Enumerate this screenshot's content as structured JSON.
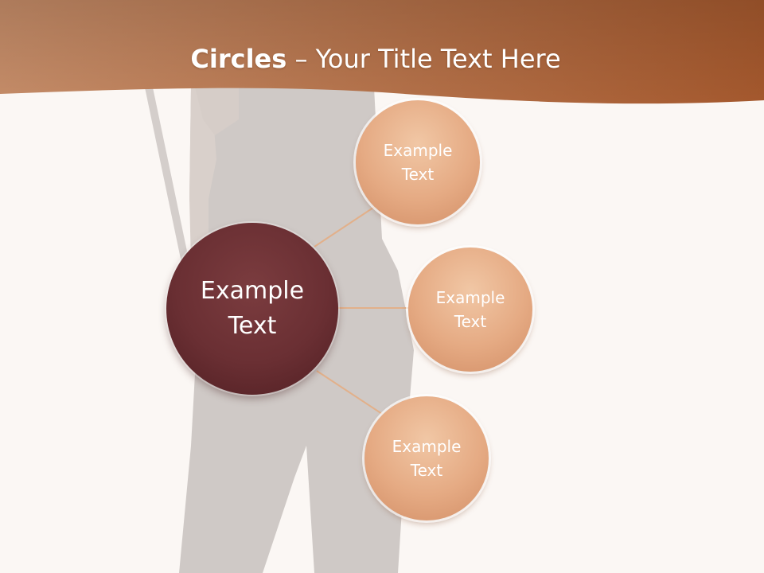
{
  "title": {
    "bold": "Circles",
    "rest": " – Your Title Text Here"
  },
  "diagram": {
    "center": {
      "label": "Example\nText"
    },
    "nodes": [
      {
        "label": "Example\nText"
      },
      {
        "label": "Example\nText"
      },
      {
        "label": "Example\nText"
      }
    ]
  },
  "colors": {
    "header_gradient_start": "#c58c68",
    "header_gradient_end": "#a4582d",
    "center_fill": "#6a2f33",
    "node_fill": "#e5aa83",
    "connector": "#e2b08a",
    "background": "#fbf7f4"
  }
}
